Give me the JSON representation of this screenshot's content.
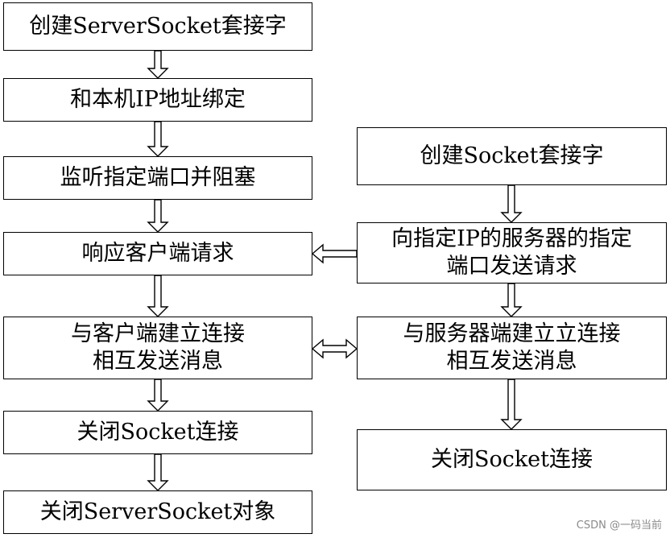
{
  "server": {
    "steps": [
      {
        "lines": [
          "创建ServerSocket套接字"
        ]
      },
      {
        "lines": [
          "和本机IP地址绑定"
        ]
      },
      {
        "lines": [
          "监听指定端口并阻塞"
        ]
      },
      {
        "lines": [
          "响应客户端请求"
        ]
      },
      {
        "lines": [
          "与客户端建立连接",
          "相互发送消息"
        ]
      },
      {
        "lines": [
          "关闭Socket连接"
        ]
      },
      {
        "lines": [
          "关闭ServerSocket对象"
        ]
      }
    ]
  },
  "client": {
    "steps": [
      {
        "lines": [
          "创建Socket套接字"
        ]
      },
      {
        "lines": [
          "向指定IP的服务器的指定",
          "端口发送请求"
        ]
      },
      {
        "lines": [
          "与服务器端建立立连接",
          "相互发送消息"
        ]
      },
      {
        "lines": [
          "关闭Socket连接"
        ]
      }
    ]
  },
  "watermark": "CSDN @一码当前"
}
